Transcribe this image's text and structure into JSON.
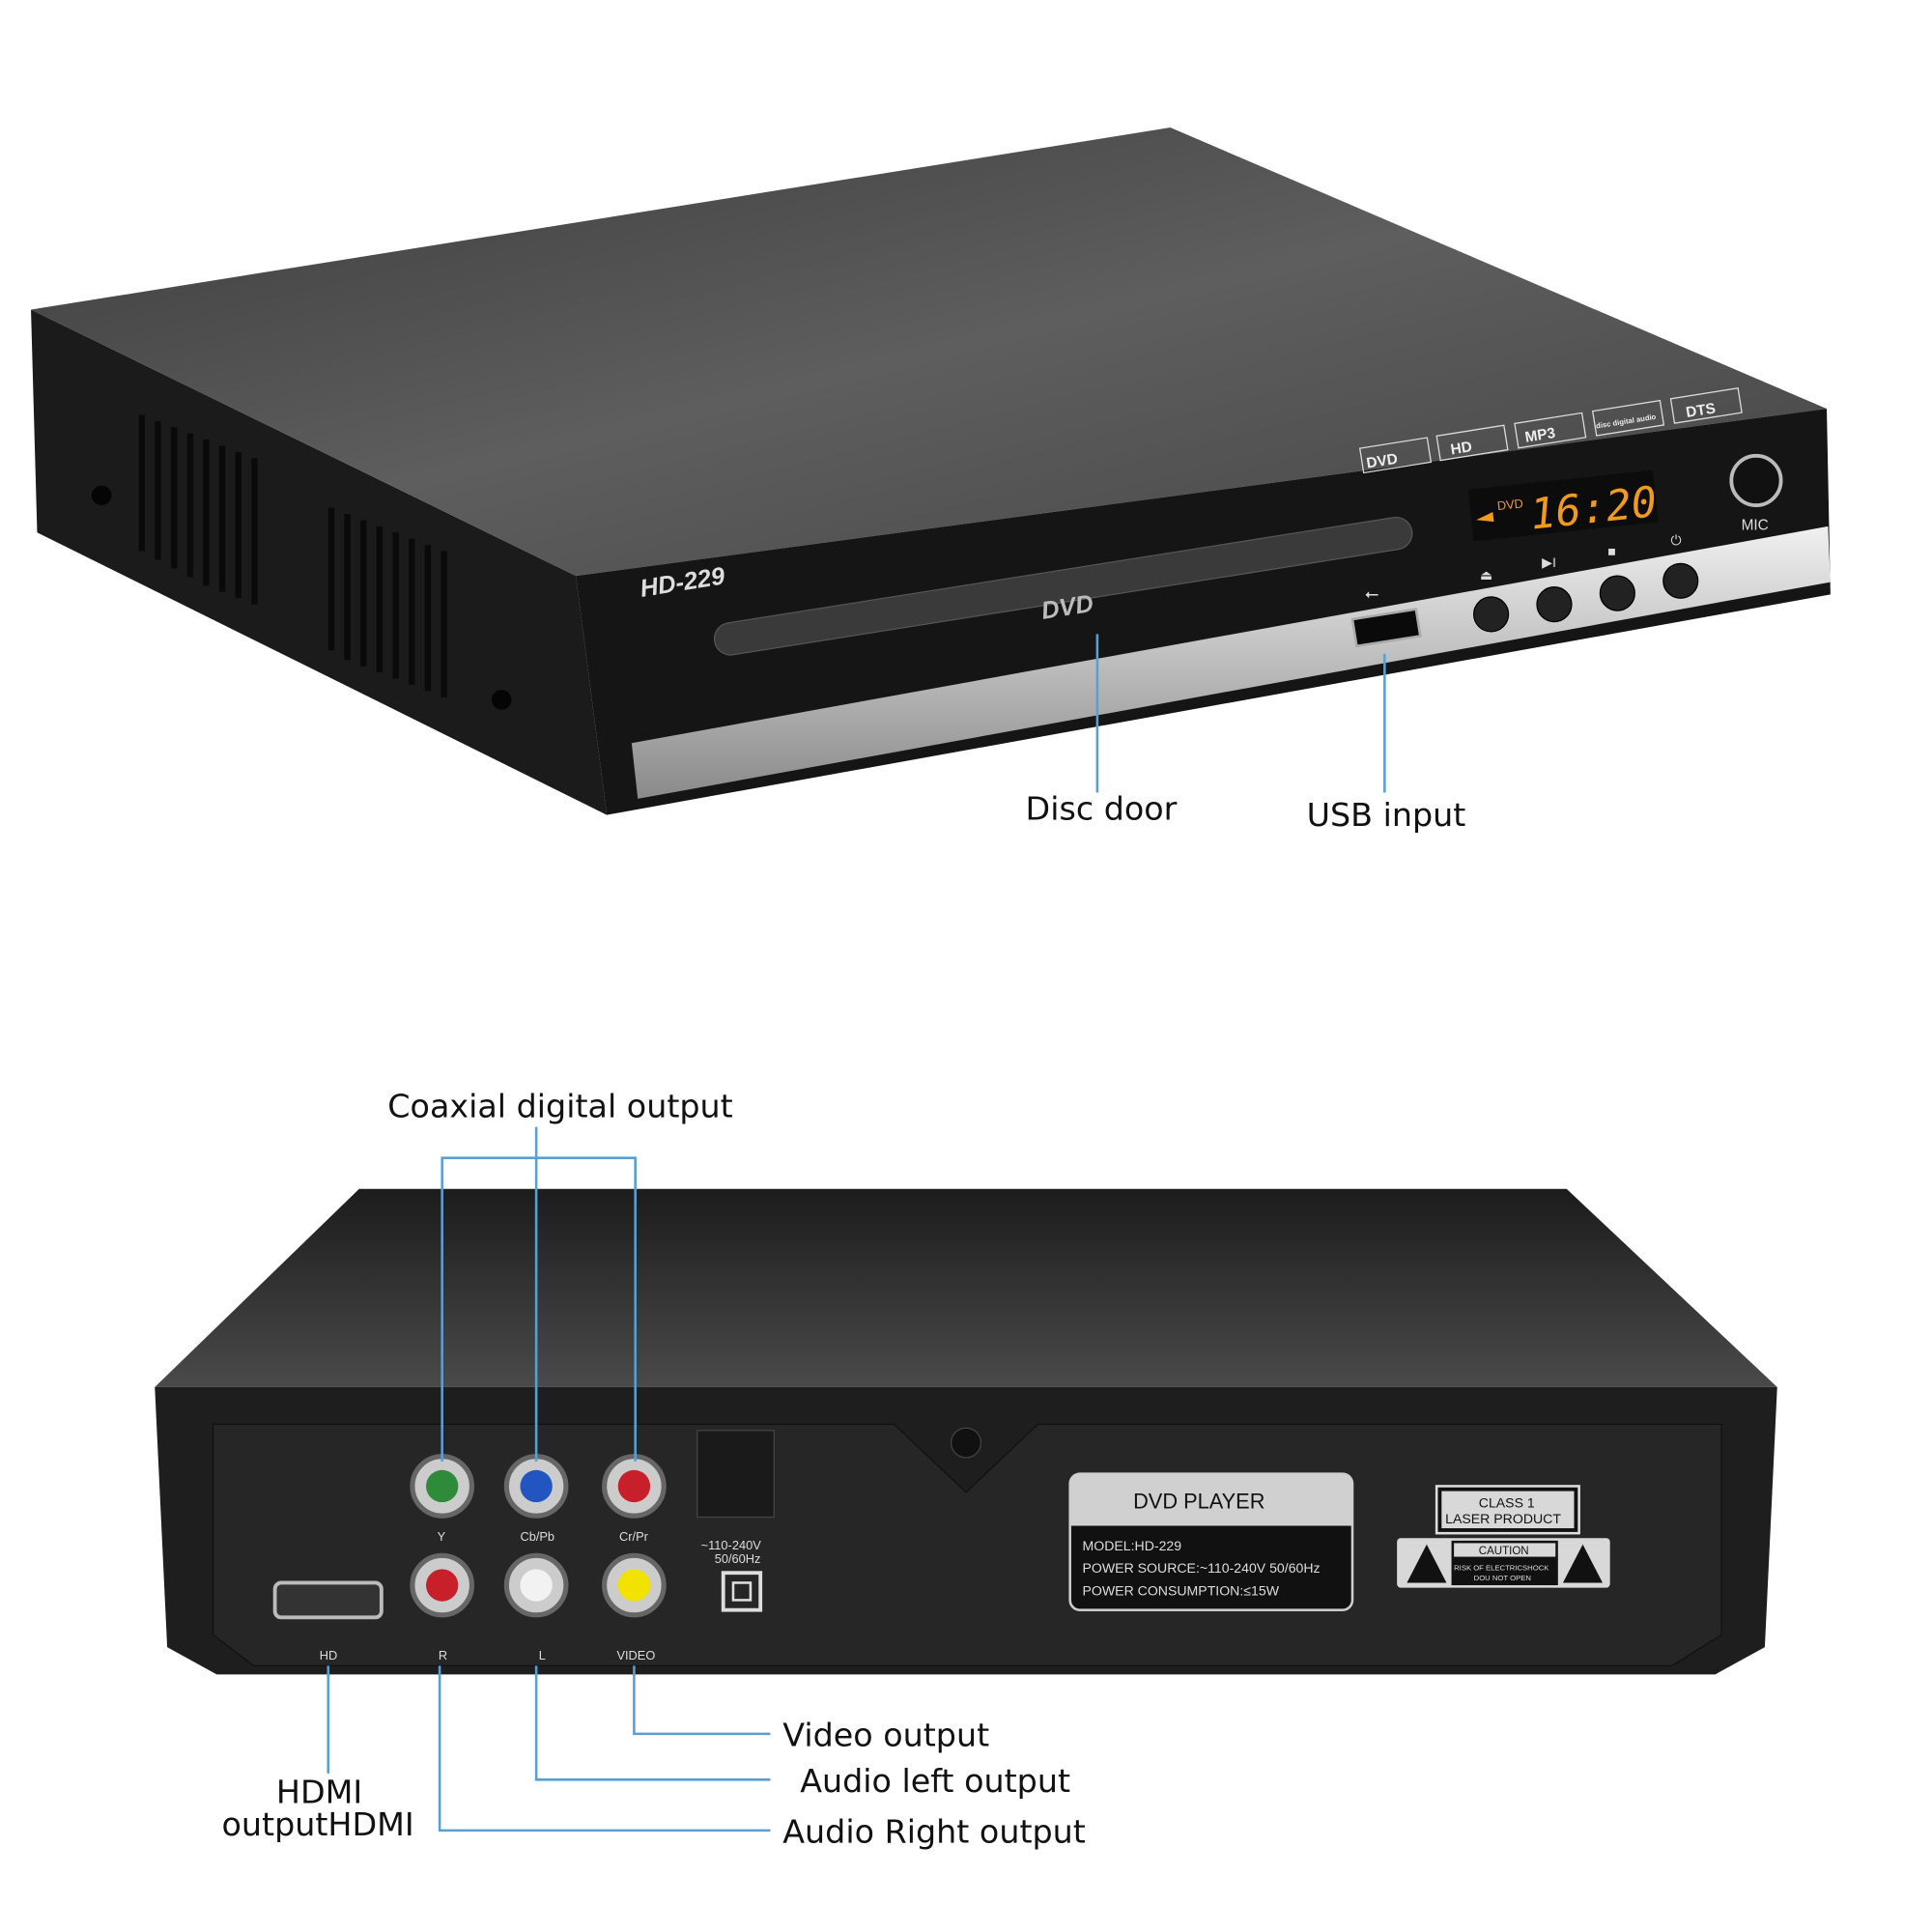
{
  "front": {
    "model_badge": "HD-229",
    "tray_logo": "DVD",
    "display": {
      "indicator": "DVD",
      "time": "16:20",
      "color": "#f29a1a"
    },
    "logos": [
      "DVD",
      "HD",
      "MP3",
      "disc digital audio",
      "DTS"
    ],
    "buttons": [
      {
        "icon": "eject-icon",
        "glyph": "⏏"
      },
      {
        "icon": "play-pause-icon",
        "glyph": "▶‖"
      },
      {
        "icon": "stop-icon",
        "glyph": "■"
      },
      {
        "icon": "power-icon",
        "glyph": "⏻"
      }
    ],
    "mic_label": "MIC",
    "usb_glyph": "⭠",
    "callouts": {
      "disc_door": "Disc door",
      "usb_input": "USB input"
    }
  },
  "back": {
    "ports_top": [
      {
        "label": "Y",
        "color": "#2e8b3a"
      },
      {
        "label": "Cb/Pb",
        "color": "#2255c0"
      },
      {
        "label": "Cr/Pr",
        "color": "#c8202a"
      }
    ],
    "ports_bottom": [
      {
        "label": "R",
        "color": "#c8202a"
      },
      {
        "label": "L",
        "color": "#f2f2f2"
      },
      {
        "label": "VIDEO",
        "color": "#f2e200"
      }
    ],
    "hdmi_label": "HD",
    "power_label_1": "~110-240V",
    "power_label_2": "50/60Hz",
    "nameplate": {
      "title": "DVD PLAYER",
      "model": "MODEL:HD-229",
      "power_source": "POWER SOURCE:~110-240V 50/60Hz",
      "power_consumption": "POWER CONSUMPTION:≤15W"
    },
    "laser": {
      "line1": "CLASS 1",
      "line2": "LASER PRODUCT",
      "caution": "CAUTION",
      "warn1": "RISK OF ELECTRICSHOCK",
      "warn2": "DOU NOT OPEN"
    },
    "callouts": {
      "coaxial": "Coaxial digital output",
      "video": "Video output",
      "audio_left": "Audio left output",
      "audio_right": "Audio Right output",
      "hdmi_1": "HDMI",
      "hdmi_2": "outputHDMI"
    }
  },
  "accent_line_color": "#5a9fd0"
}
